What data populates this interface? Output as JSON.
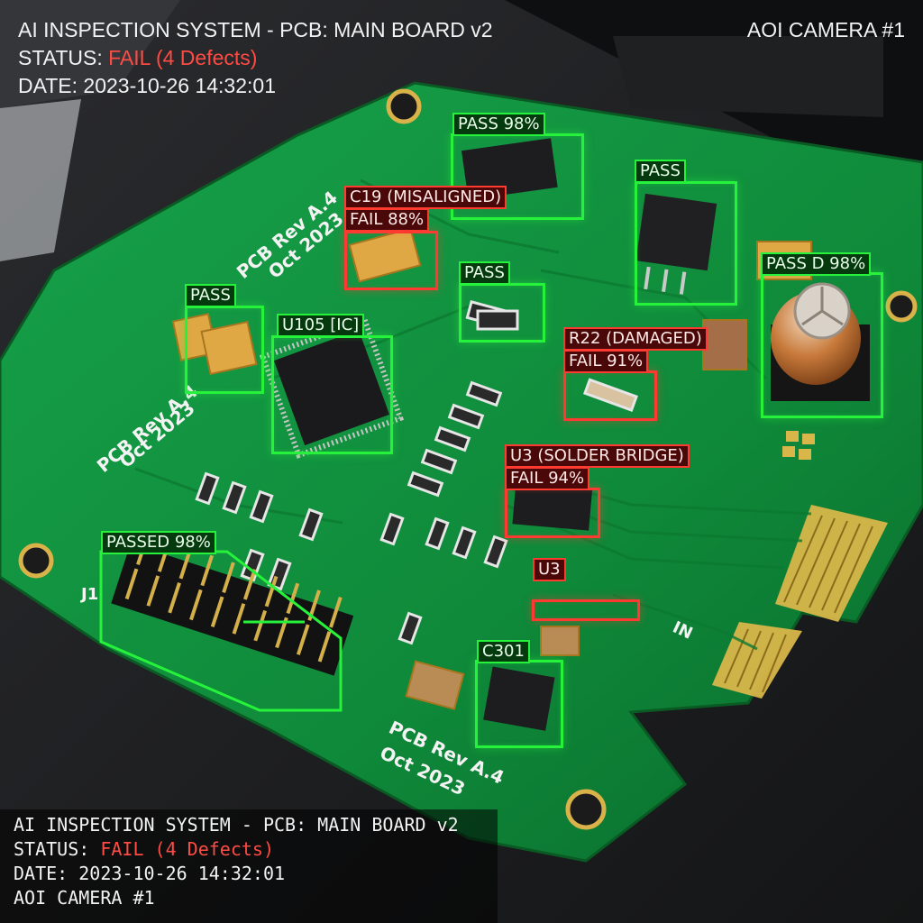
{
  "header": {
    "title": "AI INSPECTION SYSTEM - PCB: MAIN BOARD v2",
    "status_label": "STATUS:",
    "status_value": "FAIL (4 Defects)",
    "date_label": "DATE:",
    "date_value": "2023-10-26 14:32:01",
    "camera": "AOI CAMERA #1"
  },
  "footer": {
    "title": "AI INSPECTION SYSTEM - PCB: MAIN BOARD v2",
    "status_label": "STATUS:",
    "status_value": "FAIL (4 Defects)",
    "date_label": "DATE:",
    "date_value": "2023-10-26 14:32:01",
    "camera": "AOI CAMERA #1"
  },
  "board_silkscreen": {
    "rev_1": "PCB Rev A.4",
    "date_1": "Oct 2023",
    "rev_2": "PCB Rev A.4",
    "date_2": "Oct 2023",
    "rev_3": "PCB Rev A.4",
    "date_3": "Oct 2023",
    "connector": "J1",
    "edge": "IN"
  },
  "colors": {
    "pass": "#27f23b",
    "fail": "#ff3a30",
    "board": "#0f8a3a"
  },
  "detections": {
    "d1": {
      "line1": "PASS 98%",
      "result": "pass"
    },
    "d2": {
      "line1": "PASS",
      "result": "pass"
    },
    "d3": {
      "line1": "C19 (MISALIGNED)",
      "line2": "FAIL 88%",
      "result": "fail"
    },
    "d4": {
      "line1": "PASS",
      "result": "pass"
    },
    "d5": {
      "line1": "PASS D 98%",
      "result": "pass"
    },
    "d6": {
      "line1": "PASS",
      "result": "pass"
    },
    "d7": {
      "line1": "U105 [IC]",
      "result": "pass"
    },
    "d8": {
      "line1": "R22 (DAMAGED)",
      "line2": "FAIL 91%",
      "result": "fail"
    },
    "d9": {
      "line1": "U3 (SOLDER BRIDGE)",
      "line2": "FAIL 94%",
      "result": "fail"
    },
    "d10": {
      "line1": "PASSED 98%",
      "result": "pass"
    },
    "d11": {
      "line1": "U3",
      "result": "fail"
    },
    "d12": {
      "line1": "C301",
      "result": "pass"
    }
  }
}
